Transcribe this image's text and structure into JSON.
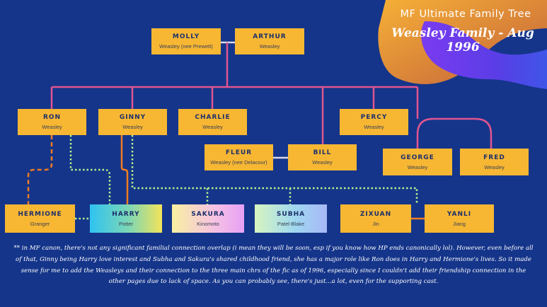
{
  "banner": {
    "line1": "MF Ultimate Family Tree",
    "line2": "Weasley Family - Aug 1996"
  },
  "people": {
    "molly": {
      "name": "MOLLY",
      "sub": "Weasley (nee Prewett)"
    },
    "arthur": {
      "name": "ARTHUR",
      "sub": "Weasley"
    },
    "ron": {
      "name": "RON",
      "sub": "Weasley"
    },
    "ginny": {
      "name": "GINNY",
      "sub": "Weasley"
    },
    "charlie": {
      "name": "CHARLIE",
      "sub": "Weasley"
    },
    "percy": {
      "name": "PERCY",
      "sub": "Weasley"
    },
    "fleur": {
      "name": "FLEUR",
      "sub": "Weasley (nee Delacour)"
    },
    "bill": {
      "name": "BILL",
      "sub": "Weasley"
    },
    "george": {
      "name": "GEORGE",
      "sub": "Weasley"
    },
    "fred": {
      "name": "FRED",
      "sub": "Weasley"
    },
    "hermione": {
      "name": "HERMIONE",
      "sub": "Granger"
    },
    "harry": {
      "name": "HARRY",
      "sub": "Potter"
    },
    "sakura": {
      "name": "SAKURA",
      "sub": "Kinomoto"
    },
    "subha": {
      "name": "SUBHA",
      "sub": "Patel-Blake"
    },
    "zixuan": {
      "name": "ZIXUAN",
      "sub": "Jin"
    },
    "yanli": {
      "name": "YANLI",
      "sub": "Jiang"
    }
  },
  "colors": {
    "background": "#15358a",
    "node": "#f7b733",
    "family_line": "#e0558f",
    "marriage_line": "#d8d8e8",
    "romance_line": "#f07c20",
    "friendship_line": "#b8f08a"
  },
  "footnote": "** in MF canon, there's not any significant familial connection overlap (i mean they will be soon, esp if you know how HP ends canonically lol). However, even before all of that, Ginny being Harry love interest and  Subha and Sakura's shared childhood friend, she has a major role like Ron does in Harry and Hermione's lives. So it made sense for me to add the Weasleys and their connection to the three main chrs of the fic as of 1996, especially since I couldn't add their friendship connection in the other pages due to lack of space. As you can probably see, there's just...a lot, even for the supporting cast."
}
